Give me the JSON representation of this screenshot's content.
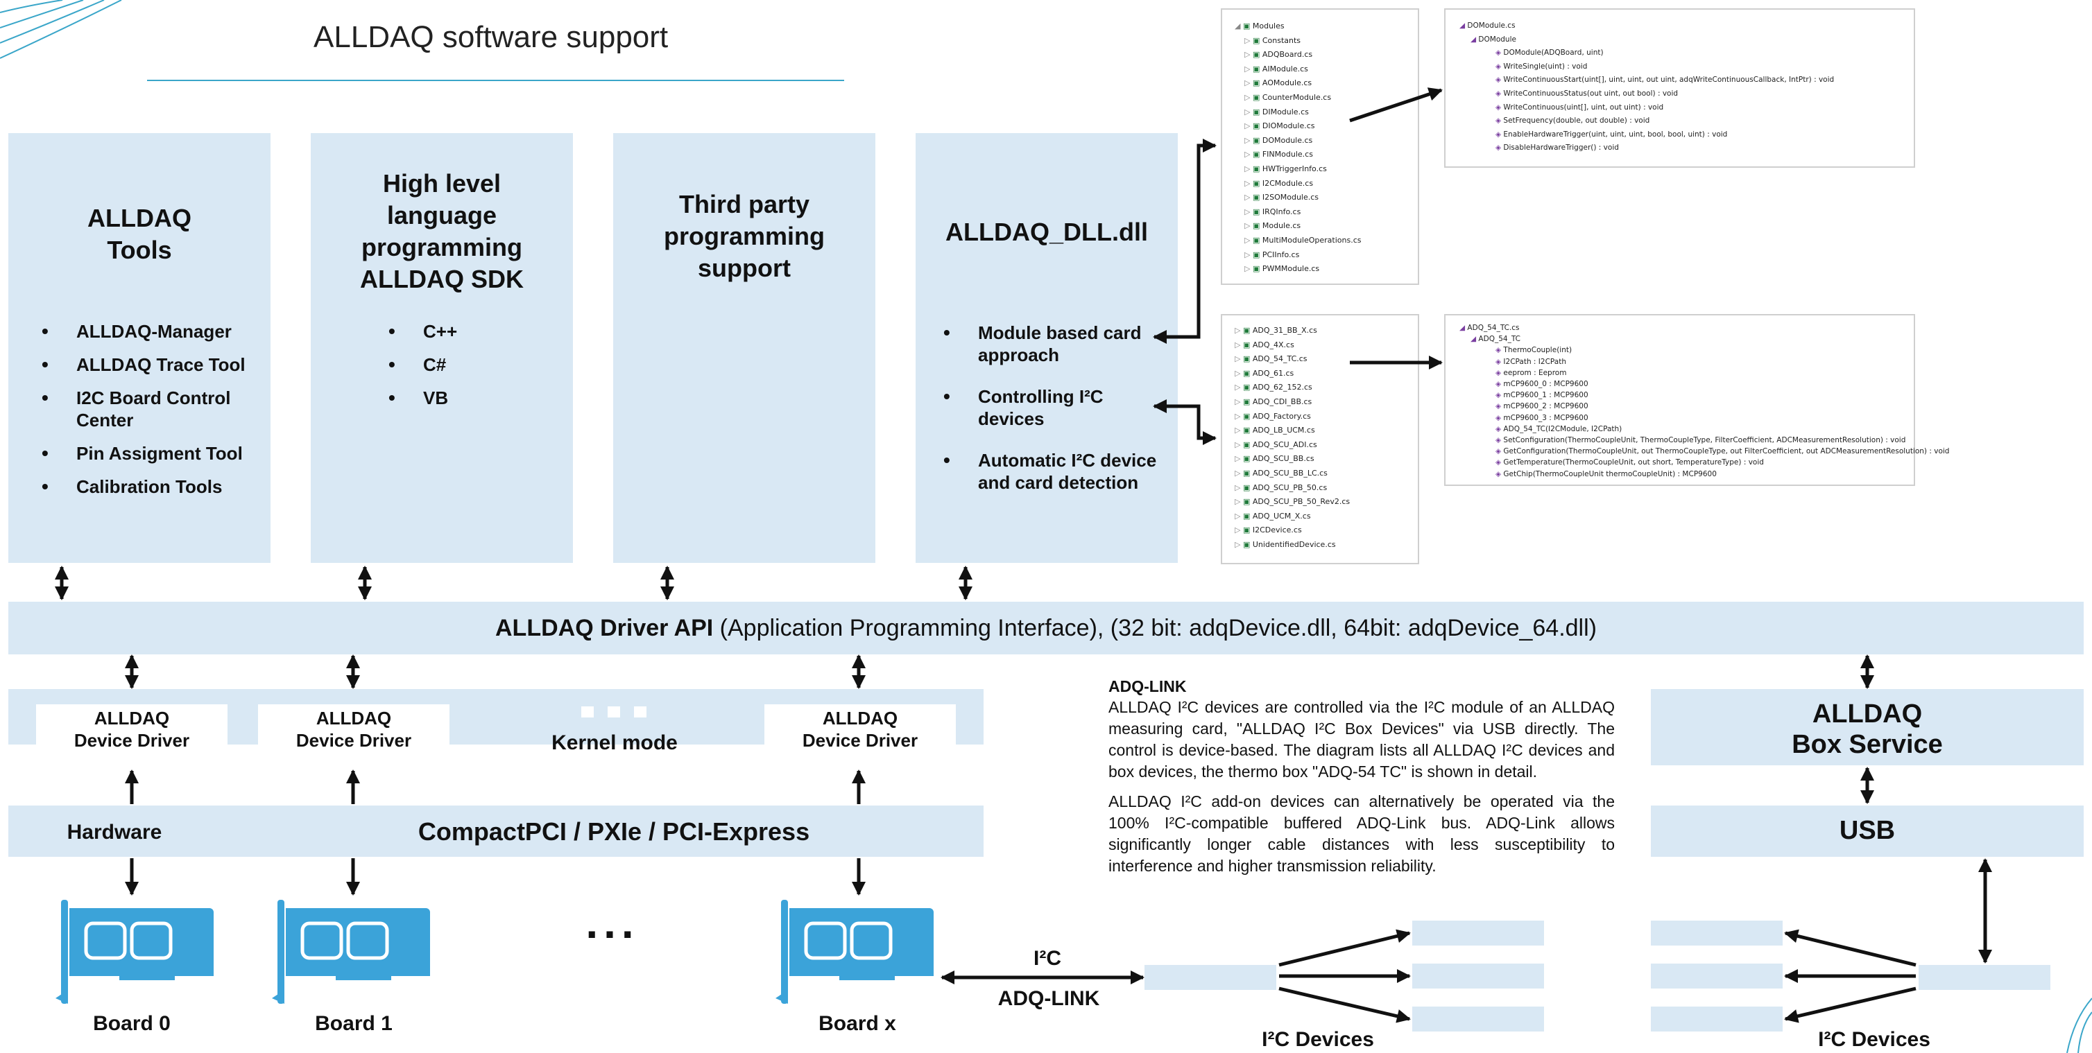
{
  "title": "ALLDAQ software support",
  "columns": [
    {
      "title": [
        "ALLDAQ",
        "Tools"
      ],
      "bullets": [
        "ALLDAQ-Manager",
        "ALLDAQ Trace Tool",
        "I2C Board Control Center",
        "Pin Assigment Tool",
        "Calibration Tools"
      ]
    },
    {
      "title": [
        "High level",
        "language",
        "programming",
        "ALLDAQ SDK"
      ],
      "bullets": [
        "C++",
        "C#",
        "VB"
      ]
    },
    {
      "title": [
        "Third party",
        "programming",
        "support"
      ],
      "bullets": []
    },
    {
      "title": [
        "ALLDAQ_DLL.dll"
      ],
      "bullets": [
        "Module based card approach",
        "Controlling I²C devices",
        "Automatic I²C device and card detection"
      ]
    }
  ],
  "api_bar": {
    "bold": "ALLDAQ Driver API",
    "rest": " (Application Programming Interface), (32 bit: adqDevice.dll, 64bit: adqDevice_64.dll)"
  },
  "kernel": {
    "drivers": [
      "ALLDAQ\nDevice Driver",
      "ALLDAQ\nDevice Driver",
      "ALLDAQ\nDevice Driver"
    ],
    "label": "Kernel mode"
  },
  "bus": {
    "hardware": "Hardware",
    "label": "CompactPCI / PXIe / PCI-Express"
  },
  "boards": [
    "Board 0",
    "Board 1",
    "Board x"
  ],
  "boards_ellipsis": "...",
  "link": {
    "top": "I²C",
    "bottom": "ADQ-LINK"
  },
  "adq_link": {
    "heading": "ADQ-LINK",
    "p1": "ALLDAQ I²C devices are controlled via the I²C module of an ALLDAQ measuring card, \"ALLDAQ I²C Box Devices\" via USB directly. The control is device-based. The diagram lists all ALLDAQ I²C devices and box devices, the thermo box \"ADQ-54 TC\" is shown in detail.",
    "p2": "ALLDAQ I²C add-on devices can alternatively be operated via the 100% I²C-compatible buffered ADQ-Link bus. ADQ-Link allows significantly longer cable distances with less susceptibility to interference and higher transmission reliability."
  },
  "box_service": {
    "title": [
      "ALLDAQ",
      "Box Service"
    ],
    "usb": "USB"
  },
  "i2c_devices_label": "I²C Devices",
  "tree_modules": [
    "Modules",
    "Constants",
    "ADQBoard.cs",
    "AIModule.cs",
    "AOModule.cs",
    "CounterModule.cs",
    "DIModule.cs",
    "DIOModule.cs",
    "DOModule.cs",
    "FINModule.cs",
    "HWTriggerInfo.cs",
    "I2CModule.cs",
    "I2SOModule.cs",
    "IRQInfo.cs",
    "Module.cs",
    "MultiModuleOperations.cs",
    "PCIInfo.cs",
    "PWMModule.cs"
  ],
  "do_members": [
    "DOModule.cs",
    "DOModule",
    "DOModule(ADQBoard, uint)",
    "WriteSingle(uint) : void",
    "WriteContinuousStart(uint[], uint, uint, out uint, adqWriteContinuousCallback, IntPtr) : void",
    "WriteContinuousStatus(out uint, out bool) : void",
    "WriteContinuous(uint[], uint, out uint) : void",
    "SetFrequency(double, out double) : void",
    "EnableHardwareTrigger(uint, uint, uint, bool, bool, uint) : void",
    "DisableHardwareTrigger() : void"
  ],
  "tree_devices": [
    "ADQ_31_BB_X.cs",
    "ADQ_4X.cs",
    "ADQ_54_TC.cs",
    "ADQ_61.cs",
    "ADQ_62_152.cs",
    "ADQ_CDI_BB.cs",
    "ADQ_Factory.cs",
    "ADQ_LB_UCM.cs",
    "ADQ_SCU_ADI.cs",
    "ADQ_SCU_BB.cs",
    "ADQ_SCU_BB_LC.cs",
    "ADQ_SCU_PB_50.cs",
    "ADQ_SCU_PB_50_Rev2.cs",
    "ADQ_UCM_X.cs",
    "I2CDevice.cs",
    "UnidentifiedDevice.cs"
  ],
  "tc_members": [
    "ADQ_54_TC.cs",
    "ADQ_54_TC",
    "ThermoCouple(int)",
    "I2CPath : I2CPath",
    "eeprom : Eeprom",
    "mCP9600_0 : MCP9600",
    "mCP9600_1 : MCP9600",
    "mCP9600_2 : MCP9600",
    "mCP9600_3 : MCP9600",
    "ADQ_54_TC(I2CModule, I2CPath)",
    "SetConfiguration(ThermoCoupleUnit, ThermoCoupleType, FilterCoefficient, ADCMeasurementResolution) : void",
    "GetConfiguration(ThermoCoupleUnit, out ThermoCoupleType, out FilterCoefficient, out ADCMeasurementResolution) : void",
    "GetTemperature(ThermoCoupleUnit, out short, TemperatureType) : void",
    "GetChip(ThermoCoupleUnit thermoCoupleUnit) : MCP9600"
  ],
  "colors": {
    "panel": "#d9e8f4",
    "board": "#3ba3d9",
    "divider": "#3aa6c9"
  }
}
